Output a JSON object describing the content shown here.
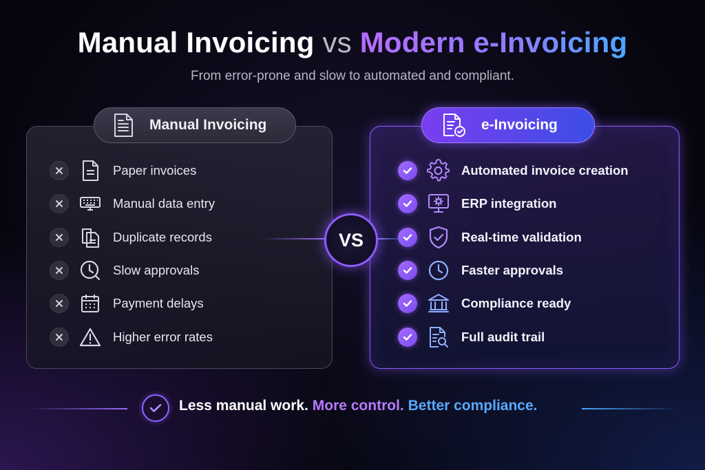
{
  "title": {
    "part1": "Manual Invoicing",
    "vs": "vs",
    "part2": "Modern e-Invoicing"
  },
  "subtitle": "From error-prone and slow to automated and compliant.",
  "left_panel": {
    "label": "Manual Invoicing",
    "icon": "document-icon",
    "items": [
      {
        "label": "Paper invoices",
        "icon": "paper-icon"
      },
      {
        "label": "Manual data entry",
        "icon": "keyboard-icon"
      },
      {
        "label": "Duplicate records",
        "icon": "copy-icon"
      },
      {
        "label": "Slow approvals",
        "icon": "clock-icon"
      },
      {
        "label": "Payment delays",
        "icon": "calendar-icon"
      },
      {
        "label": "Higher error rates",
        "icon": "warning-icon"
      }
    ]
  },
  "vs_label": "VS",
  "right_panel": {
    "label": "e-Invoicing",
    "icon": "verified-document-icon",
    "items": [
      {
        "label": "Automated invoice creation",
        "icon": "gear-icon"
      },
      {
        "label": "ERP integration",
        "icon": "monitor-gear-icon"
      },
      {
        "label": "Real-time validation",
        "icon": "shield-check-icon"
      },
      {
        "label": "Faster approvals",
        "icon": "clock-icon"
      },
      {
        "label": "Compliance ready",
        "icon": "bank-icon"
      },
      {
        "label": "Full audit trail",
        "icon": "document-search-icon"
      }
    ]
  },
  "footer": {
    "part1": "Less manual work.",
    "part2": "More control.",
    "part3": "Better compliance."
  },
  "colors": {
    "purple_accent": "#9a6bff",
    "blue_accent": "#4aa8ff",
    "background": "#07060f"
  }
}
